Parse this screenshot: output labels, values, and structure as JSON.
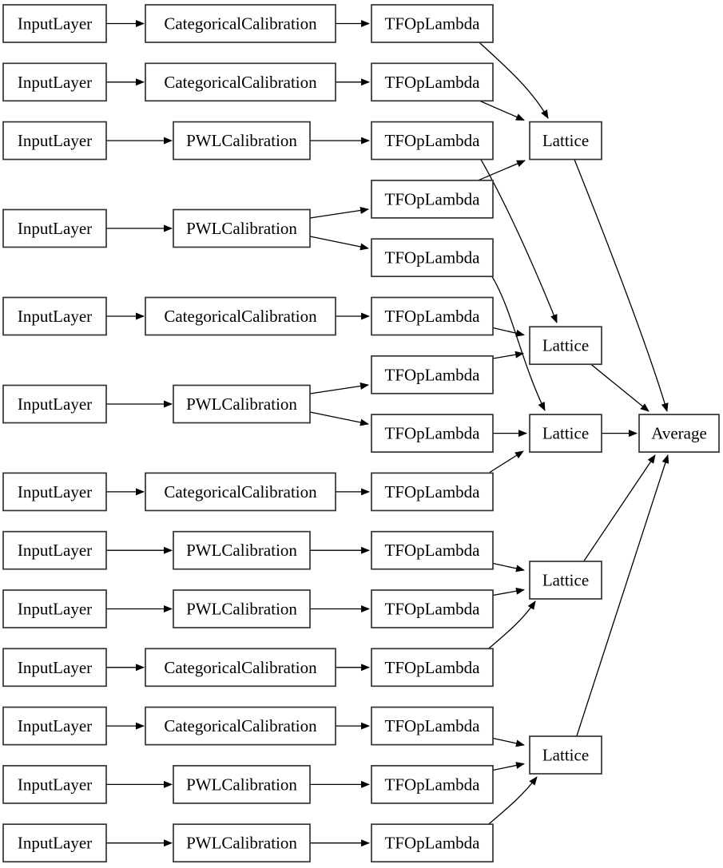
{
  "diagram": {
    "background_color": "#ffffff",
    "node_border_color": "#333333",
    "edge_color": "#000000",
    "nodes": {
      "inputs": [
        {
          "id": "input_1",
          "label": "InputLayer"
        },
        {
          "id": "input_2",
          "label": "InputLayer"
        },
        {
          "id": "input_3",
          "label": "InputLayer"
        },
        {
          "id": "input_4",
          "label": "InputLayer"
        },
        {
          "id": "input_5",
          "label": "InputLayer"
        },
        {
          "id": "input_6",
          "label": "InputLayer"
        },
        {
          "id": "input_7",
          "label": "InputLayer"
        },
        {
          "id": "input_8",
          "label": "InputLayer"
        },
        {
          "id": "input_9",
          "label": "InputLayer"
        },
        {
          "id": "input_10",
          "label": "InputLayer"
        },
        {
          "id": "input_11",
          "label": "InputLayer"
        },
        {
          "id": "input_12",
          "label": "InputLayer"
        },
        {
          "id": "input_13",
          "label": "InputLayer"
        }
      ],
      "calibrations": [
        {
          "id": "calibration_1",
          "label": "CategoricalCalibration"
        },
        {
          "id": "calibration_2",
          "label": "CategoricalCalibration"
        },
        {
          "id": "calibration_3",
          "label": "PWLCalibration"
        },
        {
          "id": "calibration_4",
          "label": "PWLCalibration"
        },
        {
          "id": "calibration_5",
          "label": "CategoricalCalibration"
        },
        {
          "id": "calibration_6",
          "label": "PWLCalibration"
        },
        {
          "id": "calibration_7",
          "label": "CategoricalCalibration"
        },
        {
          "id": "calibration_8",
          "label": "PWLCalibration"
        },
        {
          "id": "calibration_9",
          "label": "PWLCalibration"
        },
        {
          "id": "calibration_10",
          "label": "CategoricalCalibration"
        },
        {
          "id": "calibration_11",
          "label": "CategoricalCalibration"
        },
        {
          "id": "calibration_12",
          "label": "PWLCalibration"
        },
        {
          "id": "calibration_13",
          "label": "PWLCalibration"
        }
      ],
      "tf_op_lambdas": [
        {
          "id": "lambda_1",
          "label": "TFOpLambda"
        },
        {
          "id": "lambda_2",
          "label": "TFOpLambda"
        },
        {
          "id": "lambda_3",
          "label": "TFOpLambda"
        },
        {
          "id": "lambda_4",
          "label": "TFOpLambda"
        },
        {
          "id": "lambda_5",
          "label": "TFOpLambda"
        },
        {
          "id": "lambda_6",
          "label": "TFOpLambda"
        },
        {
          "id": "lambda_7",
          "label": "TFOpLambda"
        },
        {
          "id": "lambda_8",
          "label": "TFOpLambda"
        },
        {
          "id": "lambda_9",
          "label": "TFOpLambda"
        },
        {
          "id": "lambda_10",
          "label": "TFOpLambda"
        },
        {
          "id": "lambda_11",
          "label": "TFOpLambda"
        },
        {
          "id": "lambda_12",
          "label": "TFOpLambda"
        },
        {
          "id": "lambda_13",
          "label": "TFOpLambda"
        },
        {
          "id": "lambda_14",
          "label": "TFOpLambda"
        },
        {
          "id": "lambda_15",
          "label": "TFOpLambda"
        }
      ],
      "lattices": [
        {
          "id": "lattice_1",
          "label": "Lattice"
        },
        {
          "id": "lattice_2",
          "label": "Lattice"
        },
        {
          "id": "lattice_3",
          "label": "Lattice"
        },
        {
          "id": "lattice_4",
          "label": "Lattice"
        },
        {
          "id": "lattice_5",
          "label": "Lattice"
        }
      ],
      "average": {
        "id": "average",
        "label": "Average"
      }
    },
    "edges": [
      [
        "input_1",
        "calibration_1"
      ],
      [
        "input_2",
        "calibration_2"
      ],
      [
        "input_3",
        "calibration_3"
      ],
      [
        "input_4",
        "calibration_4"
      ],
      [
        "input_5",
        "calibration_5"
      ],
      [
        "input_6",
        "calibration_6"
      ],
      [
        "input_7",
        "calibration_7"
      ],
      [
        "input_8",
        "calibration_8"
      ],
      [
        "input_9",
        "calibration_9"
      ],
      [
        "input_10",
        "calibration_10"
      ],
      [
        "input_11",
        "calibration_11"
      ],
      [
        "input_12",
        "calibration_12"
      ],
      [
        "input_13",
        "calibration_13"
      ],
      [
        "calibration_1",
        "lambda_1"
      ],
      [
        "calibration_2",
        "lambda_2"
      ],
      [
        "calibration_3",
        "lambda_3"
      ],
      [
        "calibration_4",
        "lambda_4"
      ],
      [
        "calibration_4",
        "lambda_5"
      ],
      [
        "calibration_5",
        "lambda_6"
      ],
      [
        "calibration_6",
        "lambda_7"
      ],
      [
        "calibration_6",
        "lambda_8"
      ],
      [
        "calibration_7",
        "lambda_9"
      ],
      [
        "calibration_8",
        "lambda_10"
      ],
      [
        "calibration_9",
        "lambda_11"
      ],
      [
        "calibration_10",
        "lambda_12"
      ],
      [
        "calibration_11",
        "lambda_13"
      ],
      [
        "calibration_12",
        "lambda_14"
      ],
      [
        "calibration_13",
        "lambda_15"
      ],
      [
        "lambda_1",
        "lattice_1"
      ],
      [
        "lambda_2",
        "lattice_1"
      ],
      [
        "lambda_4",
        "lattice_1"
      ],
      [
        "lambda_3",
        "lattice_2"
      ],
      [
        "lambda_6",
        "lattice_2"
      ],
      [
        "lambda_7",
        "lattice_2"
      ],
      [
        "lambda_5",
        "lattice_3"
      ],
      [
        "lambda_8",
        "lattice_3"
      ],
      [
        "lambda_9",
        "lattice_3"
      ],
      [
        "lambda_10",
        "lattice_4"
      ],
      [
        "lambda_11",
        "lattice_4"
      ],
      [
        "lambda_12",
        "lattice_4"
      ],
      [
        "lambda_13",
        "lattice_5"
      ],
      [
        "lambda_14",
        "lattice_5"
      ],
      [
        "lambda_15",
        "lattice_5"
      ],
      [
        "lattice_1",
        "average"
      ],
      [
        "lattice_2",
        "average"
      ],
      [
        "lattice_3",
        "average"
      ],
      [
        "lattice_4",
        "average"
      ],
      [
        "lattice_5",
        "average"
      ]
    ]
  }
}
